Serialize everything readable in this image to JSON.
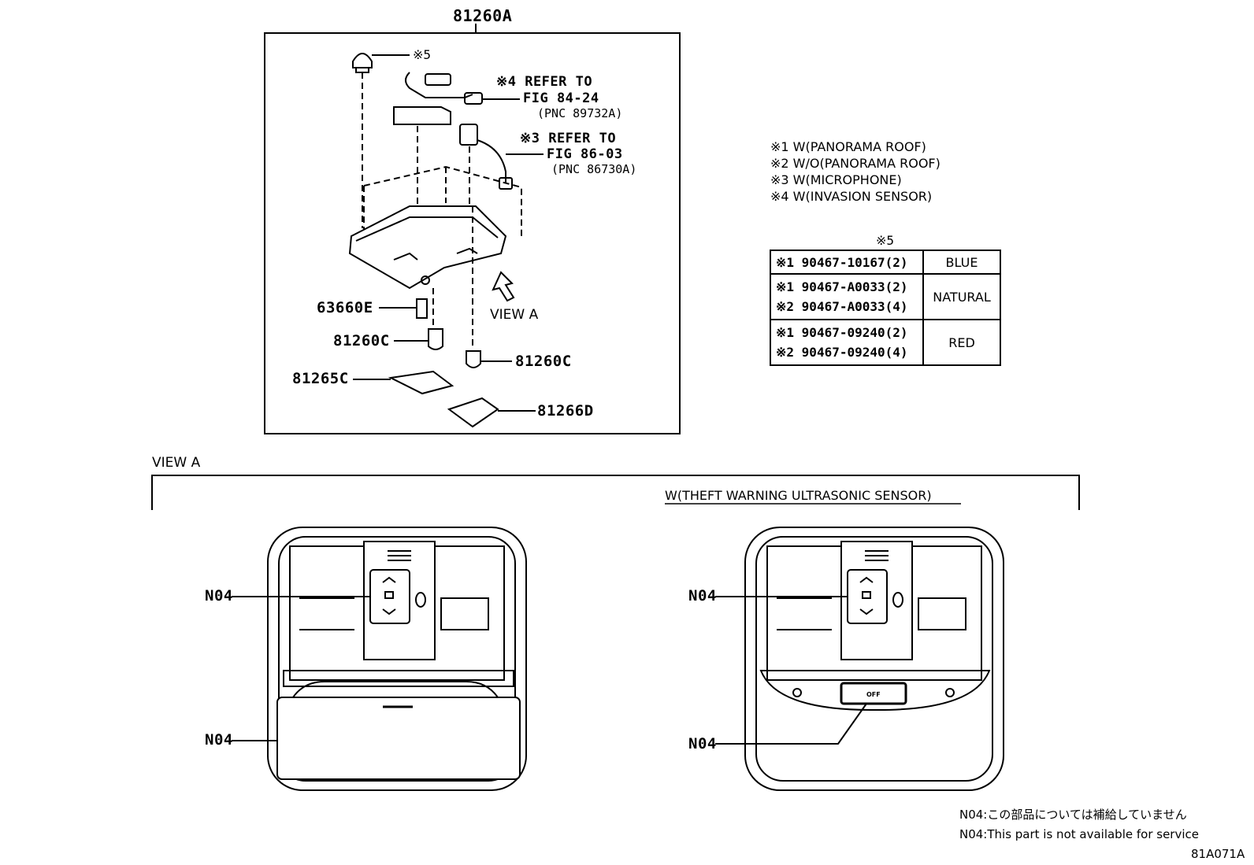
{
  "top_label": "81260A",
  "callouts": {
    "clip": "※5",
    "ref4_line1": "※4 REFER TO",
    "ref4_line2": "FIG 84-24",
    "ref4_line3": "(PNC 89732A)",
    "ref3_line1": "※3 REFER TO",
    "ref3_line2": "FIG 86-03",
    "ref3_line3": "(PNC 86730A)",
    "view_a_arrow": "VIEW A",
    "p63660e": "63660E",
    "p81260c_left": "81260C",
    "p81260c_right": "81260C",
    "p81265c": "81265C",
    "p81266d": "81266D"
  },
  "notes": [
    "※1 W(PANORAMA ROOF)",
    "※2 W/O(PANORAMA ROOF)",
    "※3 W(MICROPHONE)",
    "※4 W(INVASION SENSOR)"
  ],
  "table": {
    "heading": "※5",
    "rows": [
      {
        "parts": [
          "※1 90467-10167(2)"
        ],
        "color": "BLUE"
      },
      {
        "parts": [
          "※1 90467-A0033(2)",
          "※2 90467-A0033(4)"
        ],
        "color": "NATURAL"
      },
      {
        "parts": [
          "※1 90467-09240(2)",
          "※2 90467-09240(4)"
        ],
        "color": "RED"
      }
    ]
  },
  "view_a": {
    "title": "VIEW A",
    "right_title": "W(THEFT WARNING ULTRASONIC SENSOR)",
    "left_n04_top": "N04",
    "left_n04_bottom": "N04",
    "right_n04_top": "N04",
    "right_n04_bottom": "N04",
    "off_button": "OFF"
  },
  "footer": {
    "jp": "N04:この部品については補給していません",
    "en": "N04:This part is not available for service",
    "code": "81A071A"
  }
}
